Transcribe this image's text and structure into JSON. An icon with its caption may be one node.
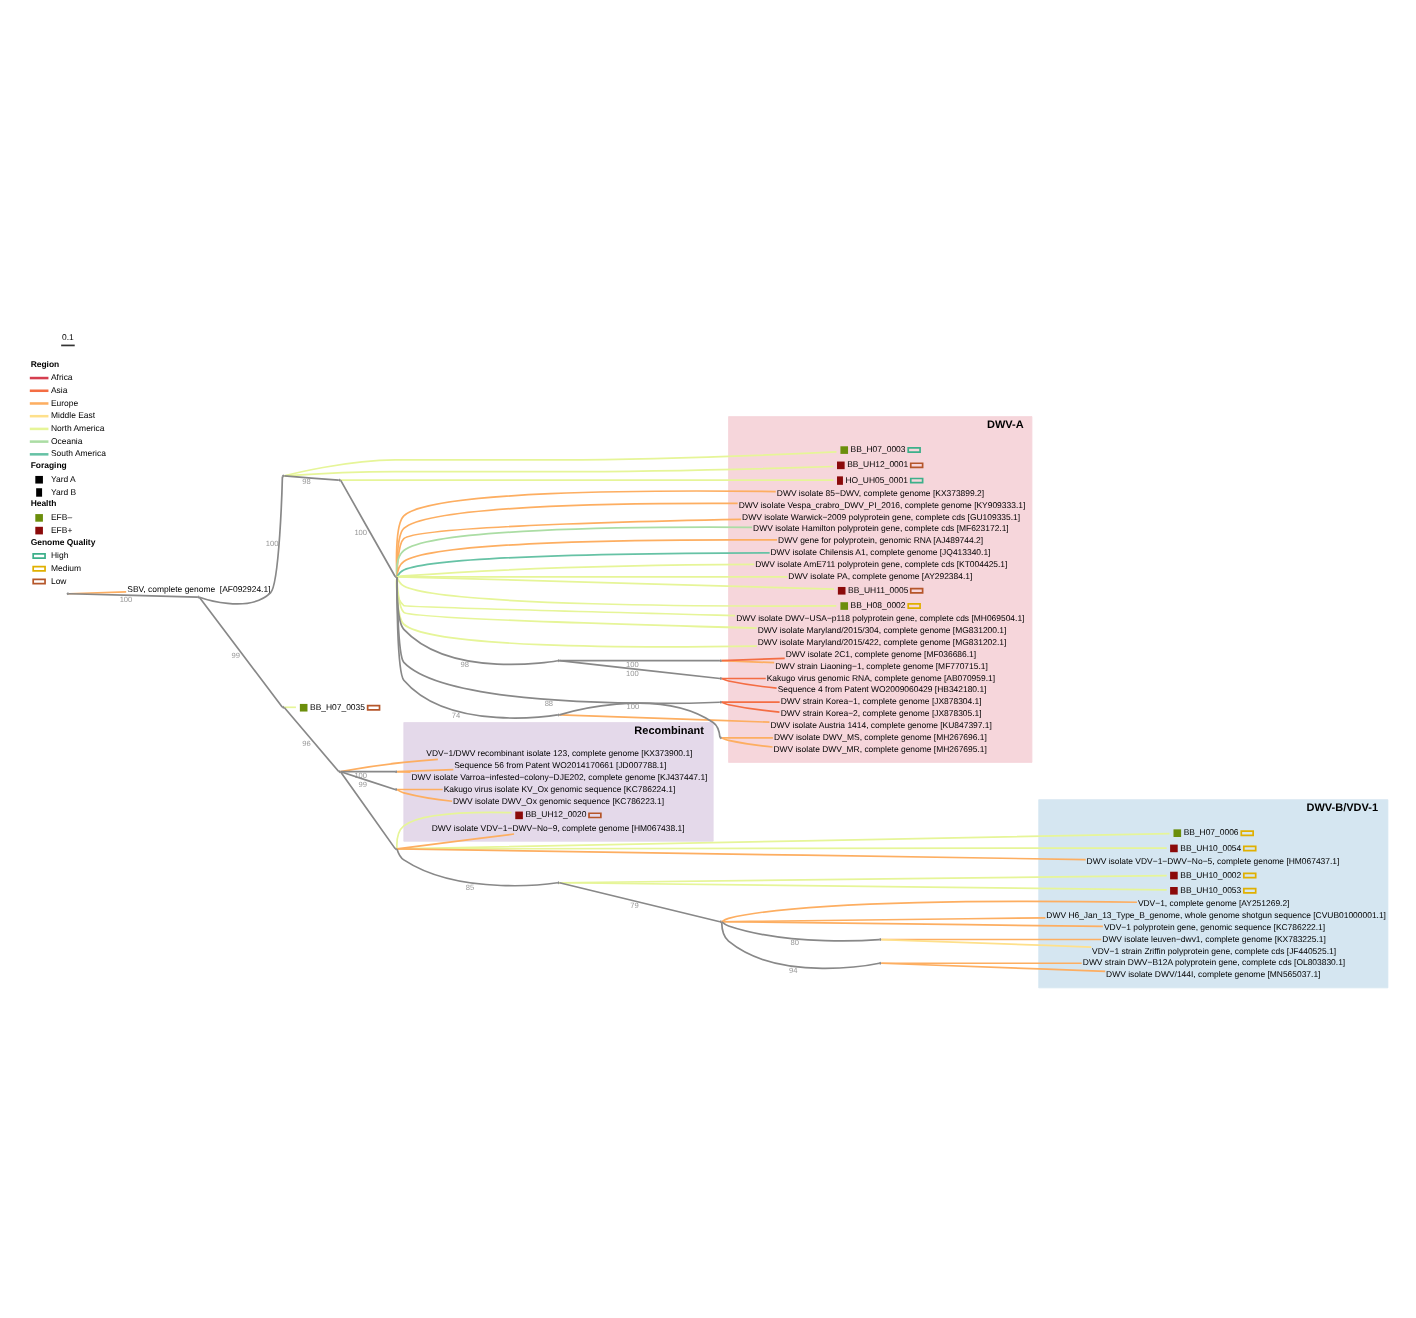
{
  "diagram": {
    "nodes": [
      {
        "text": [
          "DWV-A"
        ]
      },
      {
        "text": [
          "DWV-B/VDV-1"
        ]
      },
      {
        "text": [
          "Recombinant"
        ]
      },
      {
        "text": [
          "DWV strain Liaoning−1, complete genome [MF770715.1]"
        ],
        "in": 0
      },
      {
        "text": [
          "DWV isolate 2C1, complete genome [MF036686.1]"
        ],
        "in": 0
      },
      {
        "text": [
          "Sequence 4 from Patent WO2009060429 [HB342180.1]"
        ],
        "in": 0
      },
      {
        "text": [
          "Kakugo virus genomic RNA, complete genome [AB070959.1]"
        ],
        "in": 0
      },
      {
        "text": [
          "DWV strain Korea−2, complete genome [JX878305.1]"
        ],
        "in": 0
      },
      {
        "text": [
          "DWV strain Korea−1, complete genome [JX878304.1]"
        ],
        "in": 0
      },
      {
        "text": [
          "DWV isolate DWV_MS, complete genome [MH267696.1]"
        ],
        "in": 0
      },
      {
        "text": [
          "DWV isolate DWV_MR, complete genome [MH267695.1]"
        ],
        "in": 0
      },
      {
        "text": [
          "DWV isolate Austria 1414, complete genome [KU847397.1]"
        ],
        "in": 0
      },
      {
        "text": [
          "DWV isolate 85−DWV, complete genome [KX373899.2]"
        ],
        "in": 0
      },
      {
        "text": [
          "DWV isolate Vespa_crabro_DWV_PI_2016, complete genome [KY909333.1]"
        ],
        "in": 0
      },
      {
        "text": [
          "DWV isolate Warwick−2009 polyprotein gene, complete cds [GU109335.1]"
        ],
        "in": 0
      },
      {
        "text": [
          "DWV isolate Hamilton polyprotein gene, complete cds [MF623172.1]"
        ],
        "in": 0
      },
      {
        "text": [
          "DWV gene for polyprotein, genomic RNA [AJ489744.2]"
        ],
        "in": 0
      },
      {
        "text": [
          "DWV isolate Chilensis A1, complete genome [JQ413340.1]"
        ],
        "in": 0
      },
      {
        "text": [
          "DWV isolate AmE711 polyprotein gene, complete cds [KT004425.1]"
        ],
        "in": 0
      },
      {
        "text": [
          "DWV isolate PA, complete genome [AY292384.1]"
        ],
        "in": 0
      },
      {
        "text": [
          "BB_UH11_0005"
        ],
        "in": 0
      },
      {
        "text": [
          "BB_H08_0002"
        ],
        "in": 0
      },
      {
        "text": [
          "DWV isolate DWV−USA−p118 polyprotein gene, complete cds [MH069504.1]"
        ],
        "in": 0
      },
      {
        "text": [
          "DWV isolate Maryland/2015/304, complete genome [MG831200.1]"
        ],
        "in": 0
      },
      {
        "text": [
          "DWV isolate Maryland/2015/422, complete genome [MG831202.1]"
        ],
        "in": 0
      },
      {
        "text": [
          "HO_UH05_0001"
        ],
        "in": 0
      },
      {
        "text": [
          "BB_H07_0003"
        ],
        "in": 0
      },
      {
        "text": [
          "BB_UH12_0001"
        ],
        "in": 0
      },
      {
        "text": [
          "DWV isolate leuven−dwv1, complete genome [KX783225.1]"
        ],
        "in": 1
      },
      {
        "text": [
          "VDV−1 strain Zriffin polyprotein gene, complete cds [JF440525.1]"
        ],
        "in": 1
      },
      {
        "text": [
          "VDV−1, complete genome [AY251269.2]"
        ],
        "in": 1
      },
      {
        "text": [
          "DWV isolate DWV/144I, complete genome [MN565037.1]"
        ],
        "in": 1
      },
      {
        "text": [
          "DWV strain DWV−B12A polyprotein gene, complete cds [OL803830.1]"
        ],
        "in": 1
      },
      {
        "text": [
          "DWV H6_Jan_13_Type_B_genome, whole genome shotgun sequence [CVUB01000001.1]"
        ],
        "in": 1
      },
      {
        "text": [
          "VDV−1 polyprotein gene, genomic sequence [KC786222.1]"
        ],
        "in": 1
      },
      {
        "text": [
          "BB_UH10_0002"
        ],
        "in": 1
      },
      {
        "text": [
          "BB_UH10_0053"
        ],
        "in": 1
      },
      {
        "text": [
          "BB_H07_0006"
        ],
        "in": 1
      },
      {
        "text": [
          "BB_UH10_0054"
        ],
        "in": 1
      },
      {
        "text": [
          "DWV isolate VDV−1−DWV−No−5, complete genome [HM067437.1]"
        ],
        "in": 1
      },
      {
        "text": [
          "BB_UH12_0020"
        ],
        "in": 2
      },
      {
        "text": [
          "DWV isolate VDV−1−DWV−No−9, complete genome [HM067438.1]"
        ],
        "in": 2
      },
      {
        "text": [
          "Sequence 56 from Patent WO2014170661 [JD007788.1]"
        ],
        "in": 2
      },
      {
        "text": [
          "DWV isolate Varroa−infested−colony−DJE202, complete genome [KJ437447.1]"
        ],
        "in": 2
      },
      {
        "text": [
          "Kakugo virus isolate KV_Ox genomic sequence [KC786224.1]"
        ],
        "in": 2
      },
      {
        "text": [
          "DWV isolate DWV_Ox genomic sequence [KC786223.1]"
        ],
        "in": 2
      },
      {
        "text": [
          "VDV−1/DWV recombinant isolate 123, complete genome [KX373900.1]"
        ],
        "in": 2
      },
      {
        "text": [
          "BB_H07_0035"
        ]
      },
      {
        "text": [
          "SBV, complete genome  [AF092924.1]"
        ]
      },
      {
        "text": [],
        "shape": "point"
      },
      {
        "text": [],
        "shape": "point"
      },
      {
        "text": [],
        "shape": "point"
      },
      {
        "text": [],
        "shape": "point"
      },
      {
        "text": [],
        "shape": "point"
      },
      {
        "text": [],
        "shape": "point"
      },
      {
        "text": [],
        "shape": "point"
      },
      {
        "text": [],
        "shape": "point"
      },
      {
        "text": [],
        "shape": "point"
      },
      {
        "text": [],
        "shape": "point"
      },
      {
        "text": [],
        "shape": "point"
      },
      {
        "text": [],
        "shape": "point"
      },
      {
        "text": [],
        "shape": "point"
      },
      {
        "text": [],
        "shape": "point"
      },
      {
        "text": [],
        "shape": "point"
      },
      {
        "text": [],
        "shape": "point"
      },
      {
        "text": [],
        "shape": "point"
      },
      {
        "text": [],
        "shape": "point"
      },
      {
        "text": [],
        "shape": "point"
      },
      {
        "text": [],
        "shape": "point"
      }
    ],
    "edges": [
      {
        "from": 49,
        "to": 50,
        "arrow": "none",
        "color": "#888888",
        "label": "100"
      },
      {
        "from": 49,
        "to": 48,
        "arrow": "none",
        "color": "#fdae61"
      },
      {
        "from": 50,
        "to": 51,
        "arrow": "none",
        "color": "#888888",
        "label": "100"
      },
      {
        "from": 51,
        "to": 27,
        "arrow": "none",
        "color": "#e6f598"
      },
      {
        "from": 51,
        "to": 26,
        "arrow": "none",
        "color": "#e6f598"
      },
      {
        "from": 51,
        "to": 52,
        "arrow": "none",
        "color": "#888888",
        "label": "98"
      },
      {
        "from": 52,
        "to": 25,
        "arrow": "none",
        "color": "#e6f598"
      },
      {
        "from": 52,
        "to": 53,
        "arrow": "none",
        "color": "#888888",
        "label": "100"
      },
      {
        "from": 53,
        "to": 54,
        "arrow": "none",
        "color": "#888888",
        "label": "98"
      },
      {
        "from": 54,
        "to": 55,
        "arrow": "none",
        "color": "#888888",
        "label": "100"
      },
      {
        "from": 55,
        "to": 3,
        "arrow": "none",
        "color": "#fdae61"
      },
      {
        "from": 55,
        "to": 4,
        "arrow": "none",
        "color": "#f46d43"
      },
      {
        "from": 54,
        "to": 56,
        "arrow": "none",
        "color": "#888888",
        "label": "100"
      },
      {
        "from": 56,
        "to": 5,
        "arrow": "none",
        "color": "#f46d43"
      },
      {
        "from": 56,
        "to": 6,
        "arrow": "none",
        "color": "#f46d43"
      },
      {
        "from": 53,
        "to": 57,
        "arrow": "none",
        "color": "#888888",
        "label": "88"
      },
      {
        "from": 57,
        "to": 7,
        "arrow": "none",
        "color": "#f46d43"
      },
      {
        "from": 57,
        "to": 8,
        "arrow": "none",
        "color": "#f46d43"
      },
      {
        "from": 53,
        "to": 58,
        "arrow": "none",
        "color": "#888888",
        "label": "74"
      },
      {
        "from": 58,
        "to": 59,
        "arrow": "none",
        "color": "#888888",
        "label": "100"
      },
      {
        "from": 59,
        "to": 9,
        "arrow": "none",
        "color": "#fdae61"
      },
      {
        "from": 59,
        "to": 10,
        "arrow": "none",
        "color": "#fdae61"
      },
      {
        "from": 58,
        "to": 11,
        "arrow": "none",
        "color": "#fdae61"
      },
      {
        "from": 53,
        "to": 12,
        "arrow": "none",
        "color": "#fdae61"
      },
      {
        "from": 53,
        "to": 13,
        "arrow": "none",
        "color": "#fdae61"
      },
      {
        "from": 53,
        "to": 14,
        "arrow": "none",
        "color": "#fdae61"
      },
      {
        "from": 53,
        "to": 15,
        "arrow": "none",
        "color": "#abdda4"
      },
      {
        "from": 53,
        "to": 16,
        "arrow": "none",
        "color": "#fdae61"
      },
      {
        "from": 53,
        "to": 17,
        "arrow": "none",
        "color": "#66c2a5"
      },
      {
        "from": 53,
        "to": 18,
        "arrow": "none",
        "color": "#e6f598"
      },
      {
        "from": 53,
        "to": 19,
        "arrow": "none",
        "color": "#e6f598"
      },
      {
        "from": 53,
        "to": 20,
        "arrow": "none",
        "color": "#e6f598"
      },
      {
        "from": 53,
        "to": 21,
        "arrow": "none",
        "color": "#e6f598"
      },
      {
        "from": 53,
        "to": 22,
        "arrow": "none",
        "color": "#e6f598"
      },
      {
        "from": 53,
        "to": 23,
        "arrow": "none",
        "color": "#e6f598"
      },
      {
        "from": 53,
        "to": 24,
        "arrow": "none",
        "color": "#e6f598"
      },
      {
        "from": 50,
        "to": 60,
        "arrow": "none",
        "color": "#888888",
        "label": "99"
      },
      {
        "from": 60,
        "to": 47,
        "arrow": "none",
        "color": "#e6f598"
      },
      {
        "from": 60,
        "to": 61,
        "arrow": "none",
        "color": "#888888",
        "label": "96"
      },
      {
        "from": 61,
        "to": 62,
        "arrow": "none",
        "color": "#888888"
      },
      {
        "from": 62,
        "to": 63,
        "arrow": "none",
        "color": "#888888",
        "label": "85"
      },
      {
        "from": 63,
        "to": 64,
        "arrow": "none",
        "color": "#888888",
        "label": "79"
      },
      {
        "from": 64,
        "to": 65,
        "arrow": "none",
        "color": "#888888",
        "label": "80"
      },
      {
        "from": 65,
        "to": 28,
        "arrow": "none",
        "color": "#fdae61"
      },
      {
        "from": 65,
        "to": 29,
        "arrow": "none",
        "color": "#fee08b"
      },
      {
        "from": 64,
        "to": 30,
        "arrow": "none",
        "color": "#fdae61"
      },
      {
        "from": 64,
        "to": 66,
        "arrow": "none",
        "color": "#888888",
        "label": "94"
      },
      {
        "from": 66,
        "to": 31,
        "arrow": "none",
        "color": "#fdae61"
      },
      {
        "from": 66,
        "to": 32,
        "arrow": "none",
        "color": "#fdae61"
      },
      {
        "from": 64,
        "to": 33,
        "arrow": "none",
        "color": "#fdae61"
      },
      {
        "from": 64,
        "to": 34,
        "arrow": "none",
        "color": "#fdae61"
      },
      {
        "from": 63,
        "to": 35,
        "arrow": "none",
        "color": "#e6f598"
      },
      {
        "from": 63,
        "to": 36,
        "arrow": "none",
        "color": "#e6f598"
      },
      {
        "from": 62,
        "to": 37,
        "arrow": "none",
        "color": "#e6f598"
      },
      {
        "from": 62,
        "to": 38,
        "arrow": "none",
        "color": "#e6f598"
      },
      {
        "from": 62,
        "to": 39,
        "arrow": "none",
        "color": "#fdae61"
      },
      {
        "from": 62,
        "to": 40,
        "arrow": "none",
        "color": "#e6f598"
      },
      {
        "from": 62,
        "to": 41,
        "arrow": "none",
        "color": "#fdae61"
      },
      {
        "from": 61,
        "to": 67,
        "arrow": "none",
        "color": "#888888",
        "label": "100"
      },
      {
        "from": 67,
        "to": 42,
        "arrow": "none",
        "color": "#fdae61"
      },
      {
        "from": 67,
        "to": 43,
        "arrow": "none",
        "color": "#fdae61"
      },
      {
        "from": 61,
        "to": 68,
        "arrow": "none",
        "color": "#888888",
        "label": "99"
      },
      {
        "from": 68,
        "to": 44,
        "arrow": "none",
        "color": "#fdae61"
      },
      {
        "from": 68,
        "to": 45,
        "arrow": "none",
        "color": "#fdae61"
      },
      {
        "from": 61,
        "to": 46,
        "arrow": "none",
        "color": "#fdae61"
      }
    ],
    "labels": [
      "Region",
      "Foraging",
      "Health",
      "Genome Quality",
      "0.1"
    ],
    "legend": [
      {
        "text": "Africa",
        "color": "#d53e4f"
      },
      {
        "text": "Asia",
        "color": "#f46d43"
      },
      {
        "text": "Europe",
        "color": "#fdae61"
      },
      {
        "text": "Middle East",
        "color": "#fee08b"
      },
      {
        "text": "North America",
        "color": "#e6f598"
      },
      {
        "text": "Oceania",
        "color": "#abdda4"
      },
      {
        "text": "South America",
        "color": "#66c2a5"
      },
      {
        "text": "Yard A"
      },
      {
        "text": "Yard B"
      },
      {
        "text": "EFB–",
        "color": "#6b8e0b"
      },
      {
        "text": "EFB+",
        "color": "#8b0a0a"
      },
      {
        "text": "High",
        "color": "#3cb08a"
      },
      {
        "text": "Medium",
        "color": "#e0b000"
      },
      {
        "text": "Low",
        "color": "#b5562a"
      }
    ]
  }
}
